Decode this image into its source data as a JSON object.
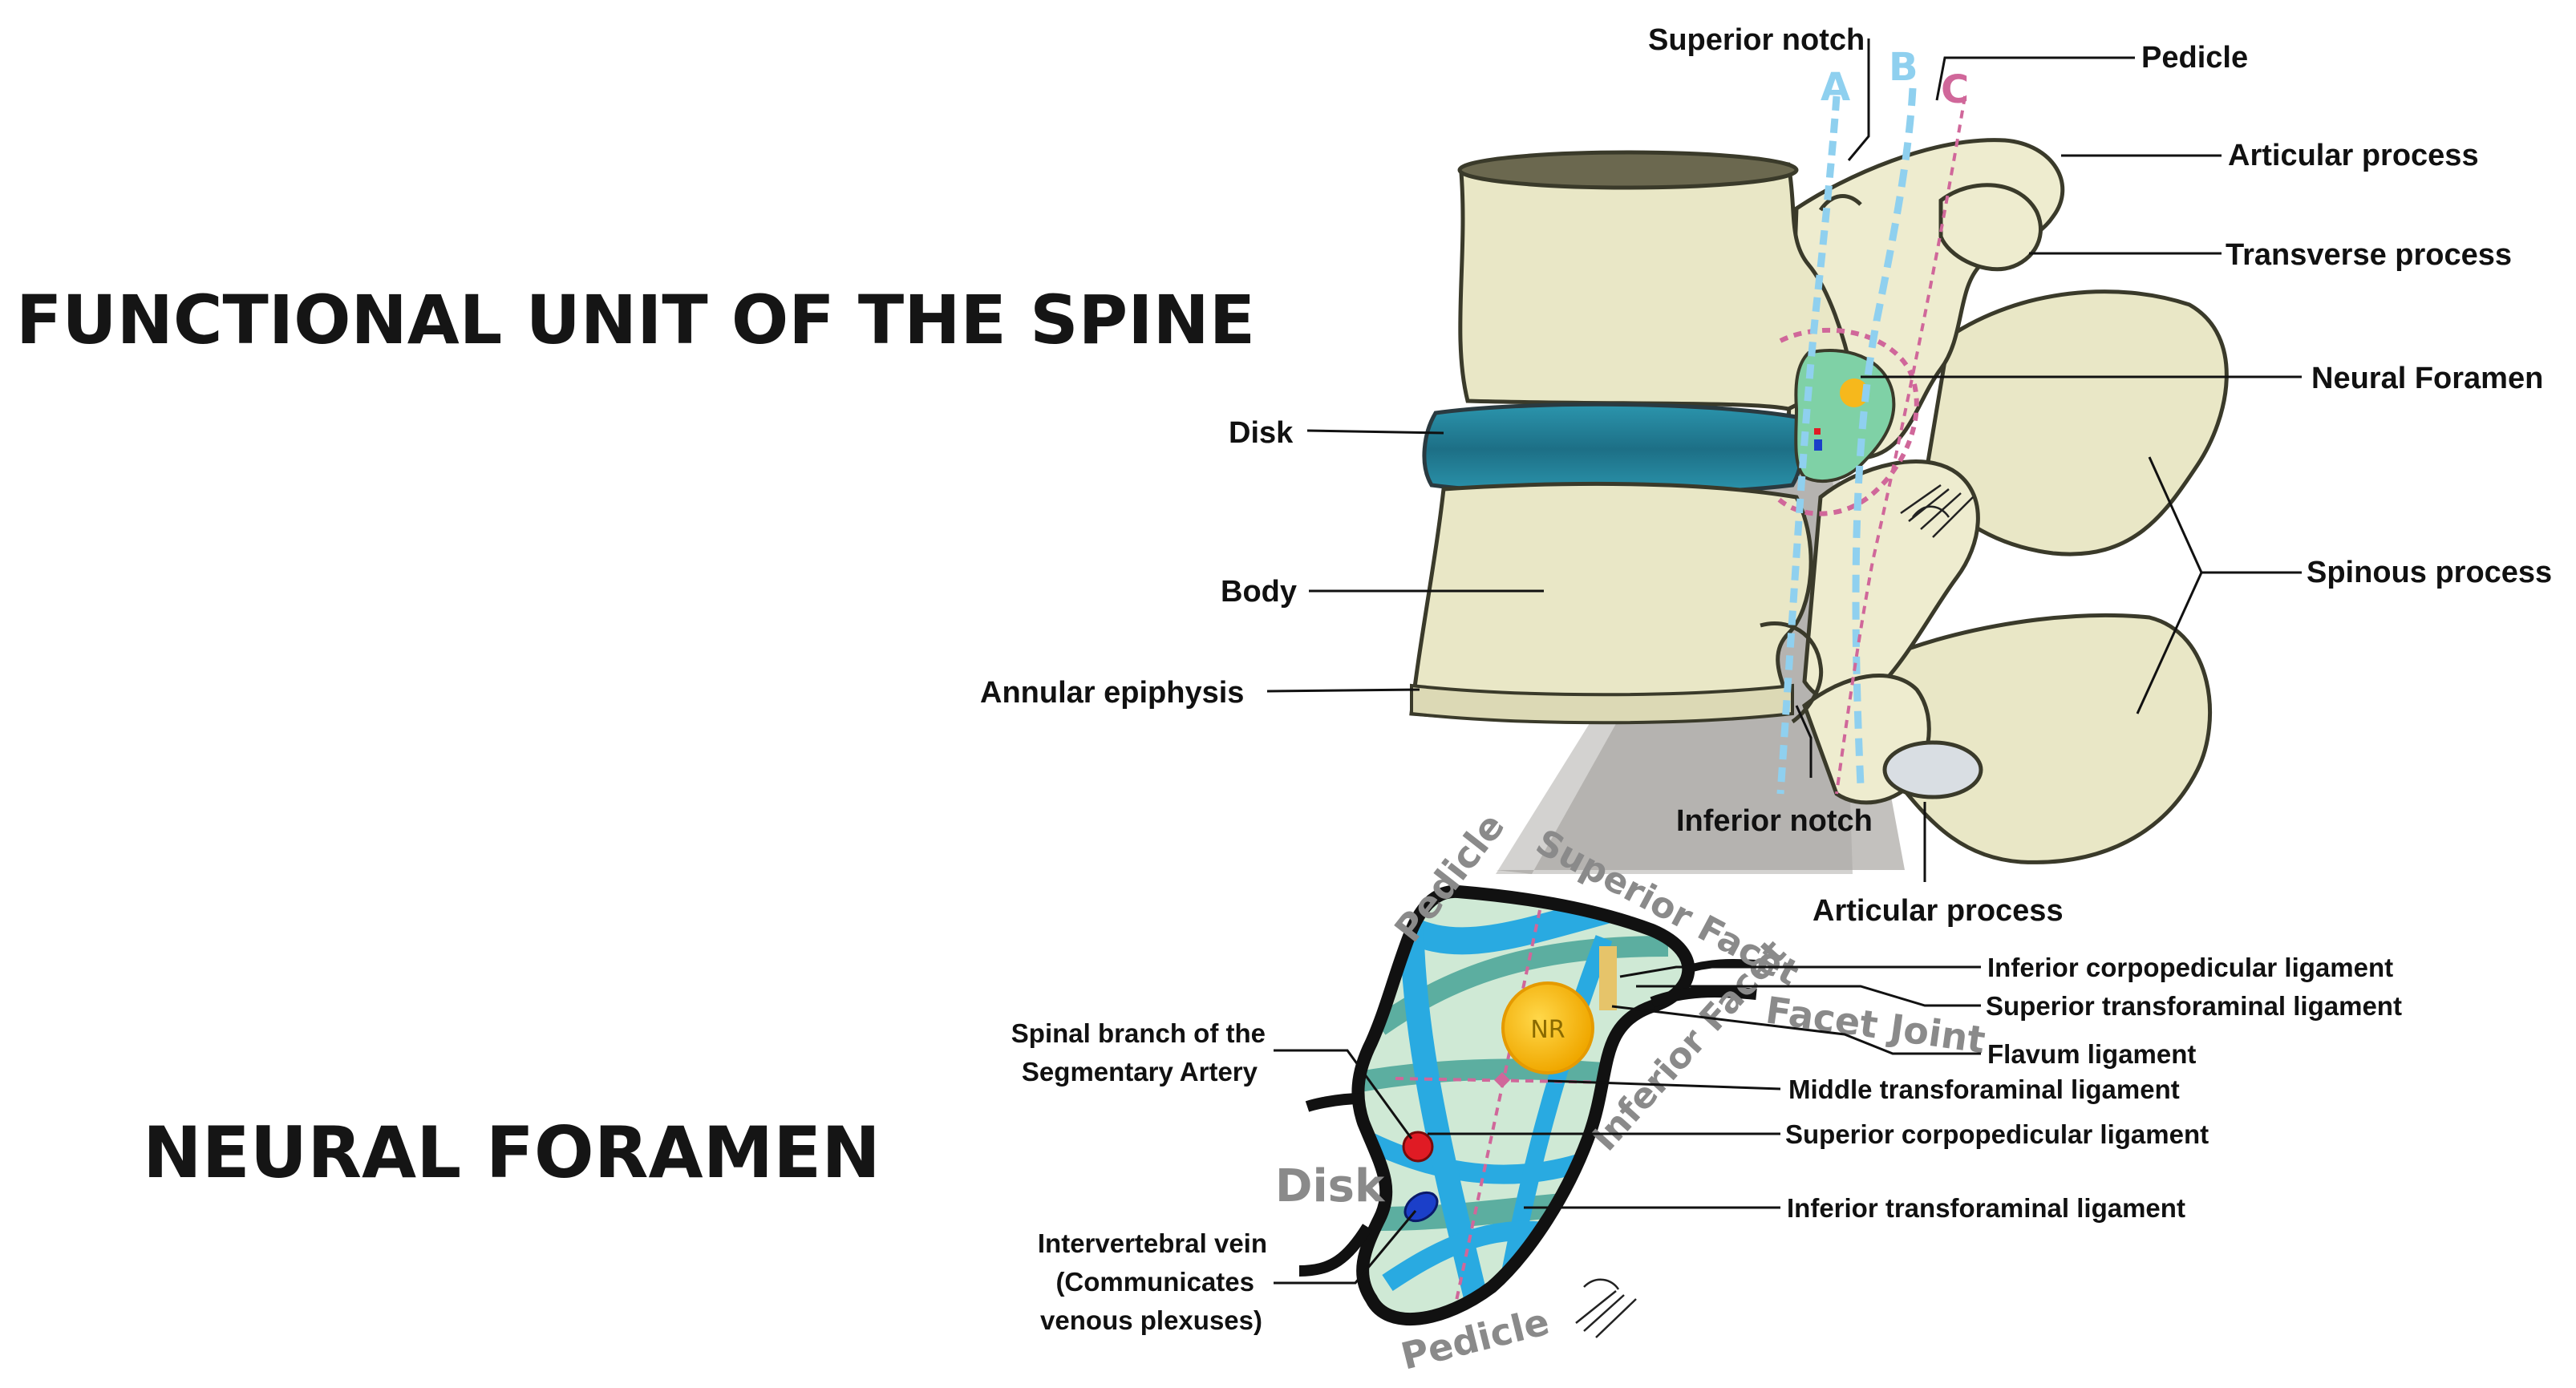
{
  "titles": {
    "main": "FUNCTIONAL UNIT OF THE SPINE",
    "lower": "NEURAL FORAMEN"
  },
  "upper_labels": {
    "superior_notch": "Superior notch",
    "pedicle": "Pedicle",
    "articular_process_top": "Articular process",
    "transverse_process": "Transverse process",
    "neural_foramen": "Neural Foramen",
    "disk": "Disk",
    "body": "Body",
    "annular_epiphysis": "Annular epiphysis",
    "spinous_process": "Spinous process",
    "inferior_notch": "Inferior notch",
    "articular_process_bottom": "Articular process"
  },
  "line_markers": {
    "a": "A",
    "b": "B",
    "c": "C"
  },
  "foramen_inside": {
    "pedicle_top": "Pedicle",
    "superior_facet": "Superior Facet",
    "facet_joint": "Facet Joint",
    "inferior_facet": "Inferior Facet",
    "disk": "Disk",
    "pedicle_bottom": "Pedicle",
    "nr": "NR"
  },
  "foramen_labels": {
    "inferior_corpopedicular": "Inferior corpopedicular ligament",
    "superior_transforaminal": "Superior transforaminal ligament",
    "flavum": "Flavum ligament",
    "middle_transforaminal": "Middle transforaminal ligament",
    "superior_corpopedicular": "Superior corpopedicular ligament",
    "inferior_transforaminal": "Inferior transforaminal ligament",
    "spinal_branch_line1": "Spinal branch of the",
    "spinal_branch_line2": "Segmentary Artery",
    "iv_vein_line1": "Intervertebral vein",
    "iv_vein_line2": "(Communicates",
    "iv_vein_line3": "venous plexuses)"
  },
  "colors": {
    "bone": "#e9e7c6",
    "disk": "#1f7f98",
    "foramen_fill": "#cfe9d5",
    "ligament_blue": "#29aae1",
    "ligament_teal": "#4fa79a",
    "line_blue": "#8fd0ef",
    "line_pink": "#d0679a",
    "nerve_root": "#f6c21c",
    "artery": "#e01b24",
    "vein": "#1b3fc9",
    "wedge": "#b9b6b3"
  },
  "icons": {
    "artery_dot": "red-circle",
    "vein_dot": "blue-ellipse",
    "signature": "artist-signature"
  }
}
